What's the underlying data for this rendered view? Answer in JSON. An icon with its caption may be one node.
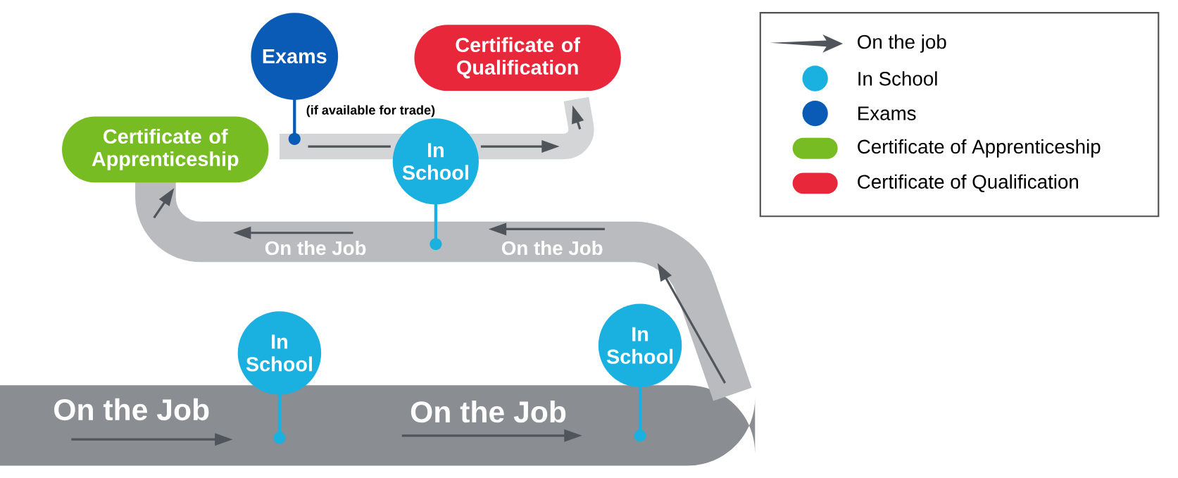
{
  "diagram": {
    "nodes": [
      {
        "text": [
          "Exams"
        ],
        "beside": [
          "(if available for trade)"
        ]
      },
      {
        "text": [
          "Certificate of Qualification"
        ]
      },
      {
        "text": [
          "Certificate of Apprenticeship"
        ]
      },
      {
        "text": [
          "In School"
        ]
      },
      {
        "text": [
          "In School"
        ]
      },
      {
        "text": [
          "In School"
        ]
      }
    ],
    "labels": [
      "On the Job",
      "On the Job",
      "On the Job",
      "On the Job"
    ],
    "legend": [
      {
        "text": "On the job"
      },
      {
        "text": "In School",
        "color": "#1ab0e0"
      },
      {
        "text": "Exams",
        "color": "#0a5bb5"
      },
      {
        "text": "Certificate of Apprenticeship",
        "color": "#77bc22"
      },
      {
        "text": "Certificate of Qualification",
        "color": "#e8283a"
      }
    ]
  }
}
